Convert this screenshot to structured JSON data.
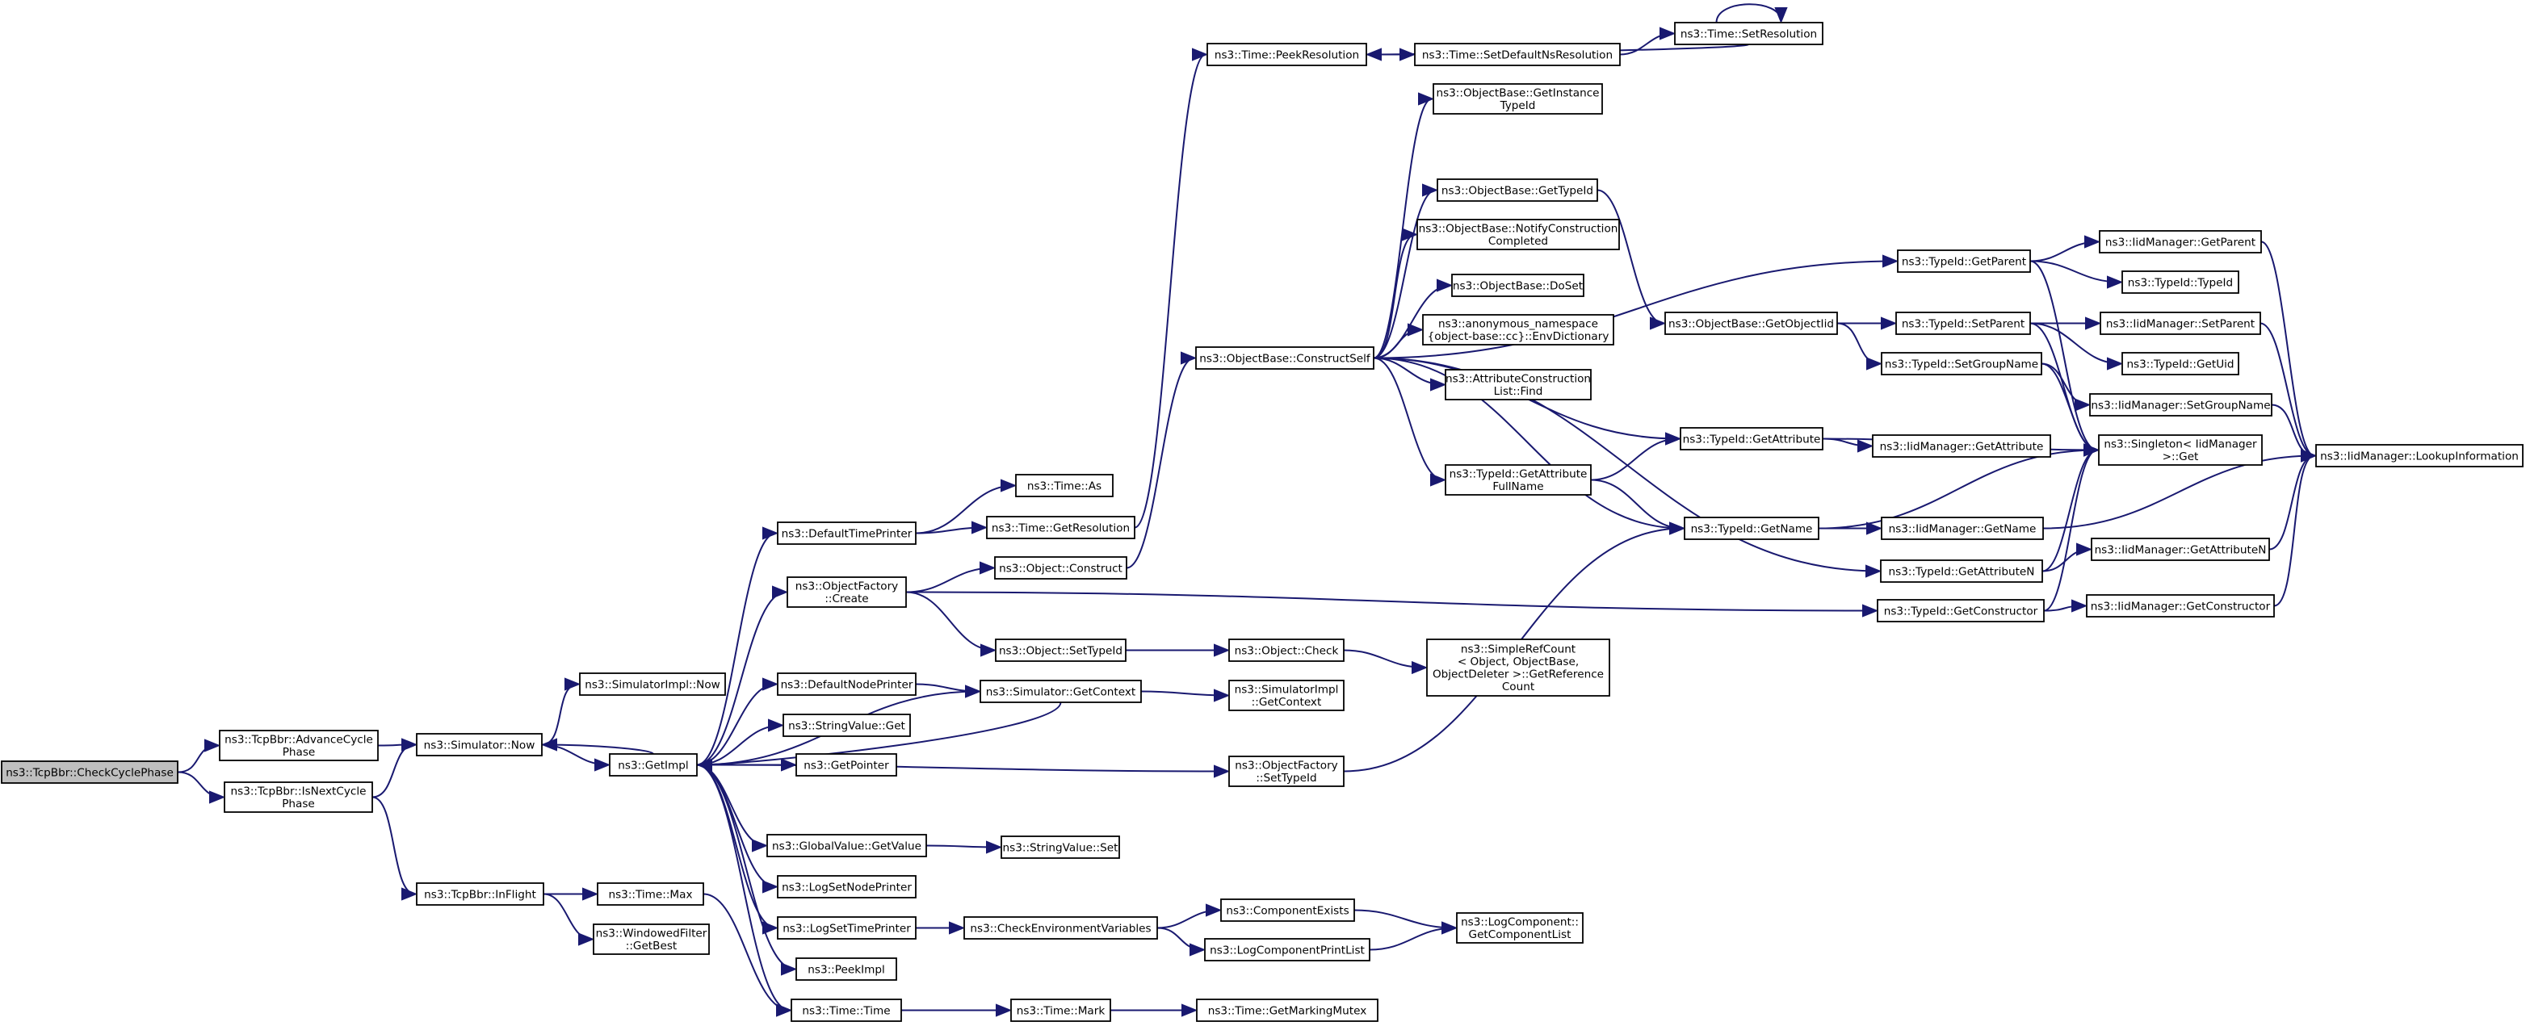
{
  "graph": {
    "edge_color": "#191970",
    "root_fill": "#bfbfbf",
    "nodes": [
      {
        "id": "root",
        "lines": [
          "ns3::TcpBbr::CheckCyclePhase"
        ]
      },
      {
        "id": "advcycle",
        "lines": [
          "ns3::TcpBbr::AdvanceCycle",
          "Phase"
        ]
      },
      {
        "id": "isnext",
        "lines": [
          "ns3::TcpBbr::IsNextCycle",
          "Phase"
        ]
      },
      {
        "id": "simnow",
        "lines": [
          "ns3::Simulator::Now"
        ]
      },
      {
        "id": "simimplnow",
        "lines": [
          "ns3::SimulatorImpl::Now"
        ]
      },
      {
        "id": "inflight",
        "lines": [
          "ns3::TcpBbr::InFlight"
        ]
      },
      {
        "id": "timemax",
        "lines": [
          "ns3::Time::Max"
        ]
      },
      {
        "id": "winfilter",
        "lines": [
          "ns3::WindowedFilter",
          "::GetBest"
        ]
      },
      {
        "id": "getimpl",
        "lines": [
          "ns3::GetImpl"
        ]
      },
      {
        "id": "deftimeprinter",
        "lines": [
          "ns3::DefaultTimePrinter"
        ]
      },
      {
        "id": "objfactcreate",
        "lines": [
          "ns3::ObjectFactory",
          "::Create"
        ]
      },
      {
        "id": "defnodeprinter",
        "lines": [
          "ns3::DefaultNodePrinter"
        ]
      },
      {
        "id": "strvalget",
        "lines": [
          "ns3::StringValue::Get"
        ]
      },
      {
        "id": "getpointer",
        "lines": [
          "ns3::GetPointer"
        ]
      },
      {
        "id": "globalget",
        "lines": [
          "ns3::GlobalValue::GetValue"
        ]
      },
      {
        "id": "logsetnode",
        "lines": [
          "ns3::LogSetNodePrinter"
        ]
      },
      {
        "id": "logsettime",
        "lines": [
          "ns3::LogSetTimePrinter"
        ]
      },
      {
        "id": "peekimpl",
        "lines": [
          "ns3::PeekImpl"
        ]
      },
      {
        "id": "timetime",
        "lines": [
          "ns3::Time::Time"
        ]
      },
      {
        "id": "timeas",
        "lines": [
          "ns3::Time::As"
        ]
      },
      {
        "id": "timegetres",
        "lines": [
          "ns3::Time::GetResolution"
        ]
      },
      {
        "id": "objconstruct",
        "lines": [
          "ns3::Object::Construct"
        ]
      },
      {
        "id": "objsettypeid",
        "lines": [
          "ns3::Object::SetTypeId"
        ]
      },
      {
        "id": "simgetctx",
        "lines": [
          "ns3::Simulator::GetContext"
        ]
      },
      {
        "id": "objfactset",
        "lines": [
          "ns3::ObjectFactory",
          "::SetTypeId"
        ]
      },
      {
        "id": "strvalset",
        "lines": [
          "ns3::StringValue::Set"
        ]
      },
      {
        "id": "checkenv",
        "lines": [
          "ns3::CheckEnvironmentVariables"
        ]
      },
      {
        "id": "timemark",
        "lines": [
          "ns3::Time::Mark"
        ]
      },
      {
        "id": "timepeekres",
        "lines": [
          "ns3::Time::PeekResolution"
        ]
      },
      {
        "id": "objbaseconstruct",
        "lines": [
          "ns3::ObjectBase::ConstructSelf"
        ]
      },
      {
        "id": "objcheck",
        "lines": [
          "ns3::Object::Check"
        ]
      },
      {
        "id": "simimplctx",
        "lines": [
          "ns3::SimulatorImpl",
          "::GetContext"
        ]
      },
      {
        "id": "compexists",
        "lines": [
          "ns3::ComponentExists"
        ]
      },
      {
        "id": "logcompprint",
        "lines": [
          "ns3::LogComponentPrintList"
        ]
      },
      {
        "id": "timegetmutex",
        "lines": [
          "ns3::Time::GetMarkingMutex"
        ]
      },
      {
        "id": "setdefnsres",
        "lines": [
          "ns3::Time::SetDefaultNsResolution"
        ]
      },
      {
        "id": "getinsttypeid",
        "lines": [
          "ns3::ObjectBase::GetInstance",
          "TypeId"
        ]
      },
      {
        "id": "obgettypeid",
        "lines": [
          "ns3::ObjectBase::GetTypeId"
        ]
      },
      {
        "id": "notifyconstr",
        "lines": [
          "ns3::ObjectBase::NotifyConstruction",
          "Completed"
        ]
      },
      {
        "id": "obdoset",
        "lines": [
          "ns3::ObjectBase::DoSet"
        ]
      },
      {
        "id": "envdict",
        "lines": [
          "ns3::anonymous_namespace",
          "{object-base::cc}::EnvDictionary"
        ]
      },
      {
        "id": "attrconstrfind",
        "lines": [
          "ns3::AttributeConstruction",
          "List::Find"
        ]
      },
      {
        "id": "getattrfull",
        "lines": [
          "ns3::TypeId::GetAttribute",
          "FullName"
        ]
      },
      {
        "id": "simplerefcount",
        "lines": [
          "ns3::SimpleRefCount",
          "< Object, ObjectBase,",
          "ObjectDeleter >::GetReference",
          "Count"
        ]
      },
      {
        "id": "logcompgetlist",
        "lines": [
          "ns3::LogComponent::",
          "GetComponentList"
        ]
      },
      {
        "id": "setresolution",
        "lines": [
          "ns3::Time::SetResolution"
        ]
      },
      {
        "id": "getobjectiid",
        "lines": [
          "ns3::ObjectBase::GetObjectIid"
        ]
      },
      {
        "id": "tidgetattr",
        "lines": [
          "ns3::TypeId::GetAttribute"
        ]
      },
      {
        "id": "tidgetname",
        "lines": [
          "ns3::TypeId::GetName"
        ]
      },
      {
        "id": "tidgetparent",
        "lines": [
          "ns3::TypeId::GetParent"
        ]
      },
      {
        "id": "tidsetparent",
        "lines": [
          "ns3::TypeId::SetParent"
        ]
      },
      {
        "id": "tidsetgroup",
        "lines": [
          "ns3::TypeId::SetGroupName"
        ]
      },
      {
        "id": "iidgetattr",
        "lines": [
          "ns3::IidManager::GetAttribute"
        ]
      },
      {
        "id": "iidgetname",
        "lines": [
          "ns3::IidManager::GetName"
        ]
      },
      {
        "id": "tidgetattrn",
        "lines": [
          "ns3::TypeId::GetAttributeN"
        ]
      },
      {
        "id": "tidgetctor",
        "lines": [
          "ns3::TypeId::GetConstructor"
        ]
      },
      {
        "id": "iidgetparent",
        "lines": [
          "ns3::IidManager::GetParent"
        ]
      },
      {
        "id": "tidtypeid",
        "lines": [
          "ns3::TypeId::TypeId"
        ]
      },
      {
        "id": "iidsetparent",
        "lines": [
          "ns3::IidManager::SetParent"
        ]
      },
      {
        "id": "tidgetuid",
        "lines": [
          "ns3::TypeId::GetUid"
        ]
      },
      {
        "id": "iidsetgroup",
        "lines": [
          "ns3::IidManager::SetGroupName"
        ]
      },
      {
        "id": "singletonget",
        "lines": [
          "ns3::Singleton< IidManager",
          " >::Get"
        ]
      },
      {
        "id": "iidgetattrn",
        "lines": [
          "ns3::IidManager::GetAttributeN"
        ]
      },
      {
        "id": "iidgetctor",
        "lines": [
          "ns3::IidManager::GetConstructor"
        ]
      },
      {
        "id": "iidlookup",
        "lines": [
          "ns3::IidManager::LookupInformation"
        ]
      }
    ],
    "edges": [
      [
        "root",
        "advcycle"
      ],
      [
        "root",
        "isnext"
      ],
      [
        "advcycle",
        "simnow"
      ],
      [
        "isnext",
        "simnow"
      ],
      [
        "isnext",
        "inflight"
      ],
      [
        "simnow",
        "simimplnow"
      ],
      [
        "simnow",
        "getimpl"
      ],
      [
        "inflight",
        "timemax"
      ],
      [
        "inflight",
        "winfilter"
      ],
      [
        "timemax",
        "timetime"
      ],
      [
        "getimpl",
        "simnow"
      ],
      [
        "getimpl",
        "deftimeprinter"
      ],
      [
        "getimpl",
        "objfactcreate"
      ],
      [
        "getimpl",
        "defnodeprinter"
      ],
      [
        "getimpl",
        "strvalget"
      ],
      [
        "getimpl",
        "getpointer"
      ],
      [
        "getimpl",
        "globalget"
      ],
      [
        "getimpl",
        "logsetnode"
      ],
      [
        "getimpl",
        "logsettime"
      ],
      [
        "getimpl",
        "peekimpl"
      ],
      [
        "getimpl",
        "timetime"
      ],
      [
        "getimpl",
        "objfactset"
      ],
      [
        "getimpl",
        "simgetctx"
      ],
      [
        "deftimeprinter",
        "timeas"
      ],
      [
        "deftimeprinter",
        "timegetres"
      ],
      [
        "timegetres",
        "timepeekres"
      ],
      [
        "objfactcreate",
        "objconstruct"
      ],
      [
        "objfactcreate",
        "objsettypeid"
      ],
      [
        "objfactcreate",
        "tidgetctor"
      ],
      [
        "defnodeprinter",
        "simgetctx"
      ],
      [
        "simgetctx",
        "getimpl"
      ],
      [
        "simgetctx",
        "simimplctx"
      ],
      [
        "globalget",
        "strvalset"
      ],
      [
        "logsettime",
        "checkenv"
      ],
      [
        "timetime",
        "timemark"
      ],
      [
        "objconstruct",
        "objbaseconstruct"
      ],
      [
        "objsettypeid",
        "objcheck"
      ],
      [
        "objfactset",
        "tidgetname"
      ],
      [
        "checkenv",
        "compexists"
      ],
      [
        "checkenv",
        "logcompprint"
      ],
      [
        "timemark",
        "timegetmutex"
      ],
      [
        "timepeekres",
        "setdefnsres"
      ],
      [
        "setdefnsres",
        "setresolution"
      ],
      [
        "setresolution",
        "timepeekres"
      ],
      [
        "setresolution",
        "setresolution"
      ],
      [
        "objbaseconstruct",
        "getinsttypeid"
      ],
      [
        "objbaseconstruct",
        "obgettypeid"
      ],
      [
        "objbaseconstruct",
        "notifyconstr"
      ],
      [
        "objbaseconstruct",
        "obdoset"
      ],
      [
        "objbaseconstruct",
        "envdict"
      ],
      [
        "objbaseconstruct",
        "attrconstrfind"
      ],
      [
        "objbaseconstruct",
        "getattrfull"
      ],
      [
        "objbaseconstruct",
        "tidgetattr"
      ],
      [
        "objbaseconstruct",
        "tidgetname"
      ],
      [
        "objbaseconstruct",
        "tidgetparent"
      ],
      [
        "objbaseconstruct",
        "tidgetattrn"
      ],
      [
        "objcheck",
        "simplerefcount"
      ],
      [
        "compexists",
        "logcompgetlist"
      ],
      [
        "logcompprint",
        "logcompgetlist"
      ],
      [
        "obgettypeid",
        "getobjectiid"
      ],
      [
        "getobjectiid",
        "tidsetparent"
      ],
      [
        "getobjectiid",
        "tidsetgroup"
      ],
      [
        "getattrfull",
        "tidgetattr"
      ],
      [
        "getattrfull",
        "tidgetname"
      ],
      [
        "tidgetattr",
        "iidgetattr"
      ],
      [
        "tidgetattr",
        "singletonget"
      ],
      [
        "tidgetname",
        "iidgetname"
      ],
      [
        "tidgetname",
        "singletonget"
      ],
      [
        "tidgetparent",
        "iidgetparent"
      ],
      [
        "tidgetparent",
        "tidtypeid"
      ],
      [
        "tidgetparent",
        "singletonget"
      ],
      [
        "tidsetparent",
        "iidsetparent"
      ],
      [
        "tidsetparent",
        "tidgetuid"
      ],
      [
        "tidsetparent",
        "singletonget"
      ],
      [
        "tidsetgroup",
        "iidsetgroup"
      ],
      [
        "tidsetgroup",
        "singletonget"
      ],
      [
        "tidgetattrn",
        "iidgetattrn"
      ],
      [
        "tidgetattrn",
        "singletonget"
      ],
      [
        "tidgetctor",
        "iidgetctor"
      ],
      [
        "tidgetctor",
        "singletonget"
      ],
      [
        "iidgetparent",
        "iidlookup"
      ],
      [
        "iidsetparent",
        "iidlookup"
      ],
      [
        "iidsetgroup",
        "iidlookup"
      ],
      [
        "iidgetname",
        "iidlookup"
      ],
      [
        "iidgetattrn",
        "iidlookup"
      ],
      [
        "iidgetctor",
        "iidlookup"
      ]
    ]
  }
}
